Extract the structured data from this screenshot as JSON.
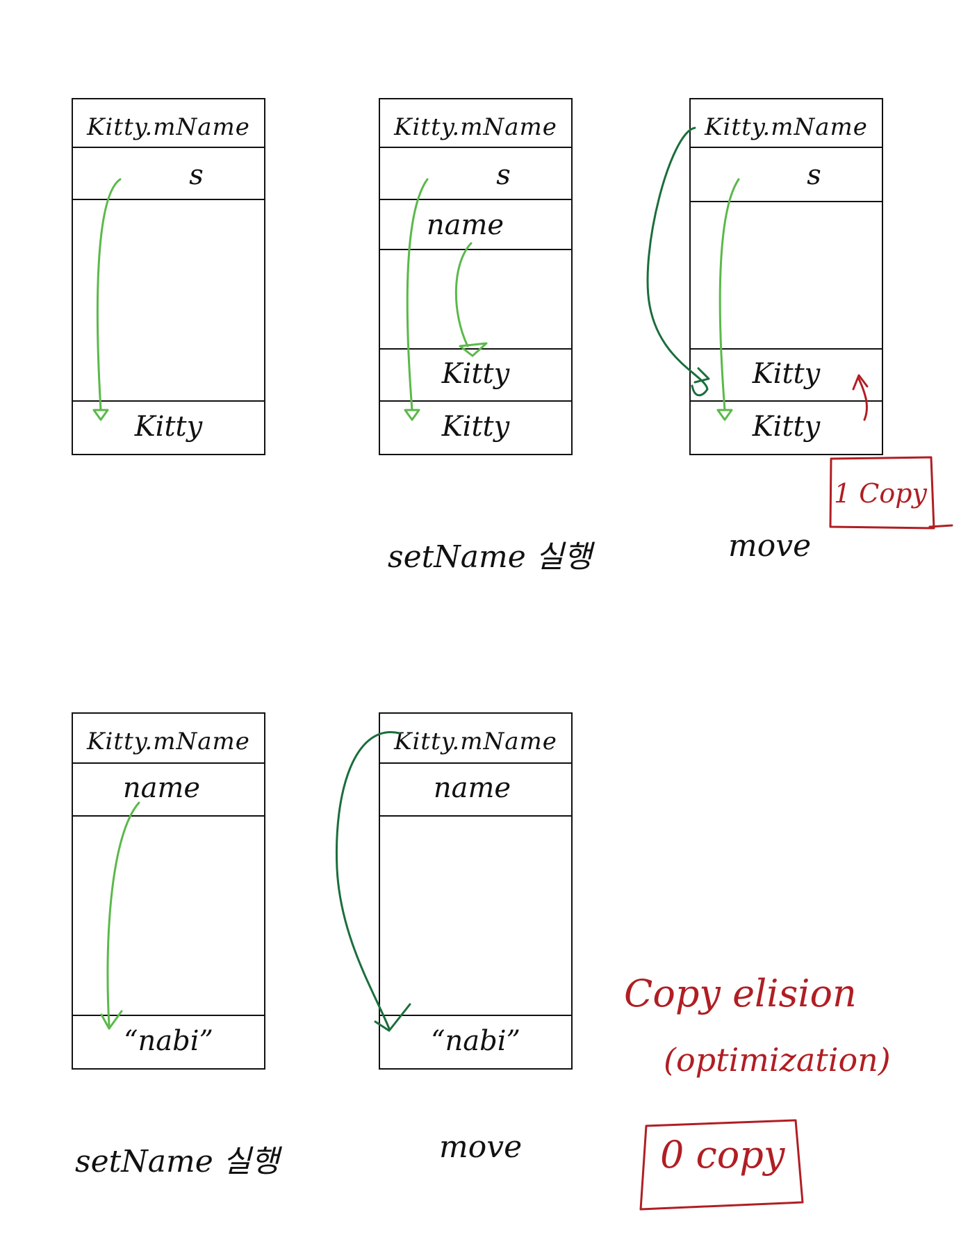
{
  "colors": {
    "light_arrow": "#5ab94a",
    "dark_arrow": "#1a6e3c",
    "note": "#b01e23",
    "ink": "#111111"
  },
  "diagram1": {
    "header": "Kitty.mName",
    "s": "s",
    "kitty": "Kitty"
  },
  "diagram2": {
    "header": "Kitty.mName",
    "s": "s",
    "name": "name",
    "kitty_mid": "Kitty",
    "kitty": "Kitty",
    "caption": "setName 실행"
  },
  "diagram3": {
    "header": "Kitty.mName",
    "s": "s",
    "kitty_mid": "Kitty",
    "kitty": "Kitty",
    "caption": "move",
    "note": "1 Copy"
  },
  "diagram4": {
    "header": "Kitty.mName",
    "name": "name",
    "value": "“nabi”",
    "caption": "setName 실행"
  },
  "diagram5": {
    "header": "Kitty.mName",
    "name": "name",
    "value": "“nabi”",
    "caption": "move"
  },
  "notes": {
    "line1": "Copy elision",
    "line2": "(optimization)",
    "zero_copy": "0 copy"
  }
}
